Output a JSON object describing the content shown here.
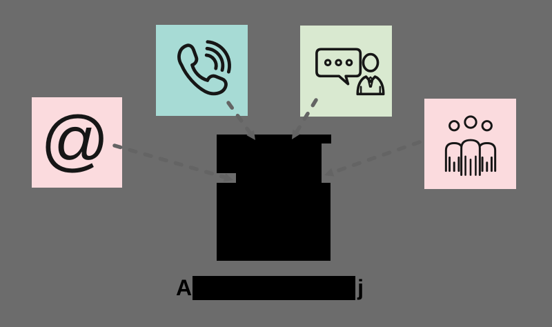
{
  "theme": {
    "background": "#6c6c6c",
    "card_pink": "#fbdbde",
    "card_teal": "#a7dbd5",
    "card_green": "#d9e9d0",
    "icon_stroke": "#161616",
    "arrow_gray": "#646464",
    "redaction_black": "#000000"
  },
  "icons": {
    "at_glyph": "@"
  },
  "diagram": {
    "channels": [
      {
        "id": "email",
        "icon": "at-sign-icon"
      },
      {
        "id": "phone",
        "icon": "phone-call-icon"
      },
      {
        "id": "chat",
        "icon": "chat-person-icon"
      },
      {
        "id": "team",
        "icon": "people-group-icon"
      }
    ],
    "center": {
      "state": "redacted"
    },
    "caption": {
      "first_letter": "A",
      "last_letter": "j",
      "middle_redacted": true
    }
  }
}
